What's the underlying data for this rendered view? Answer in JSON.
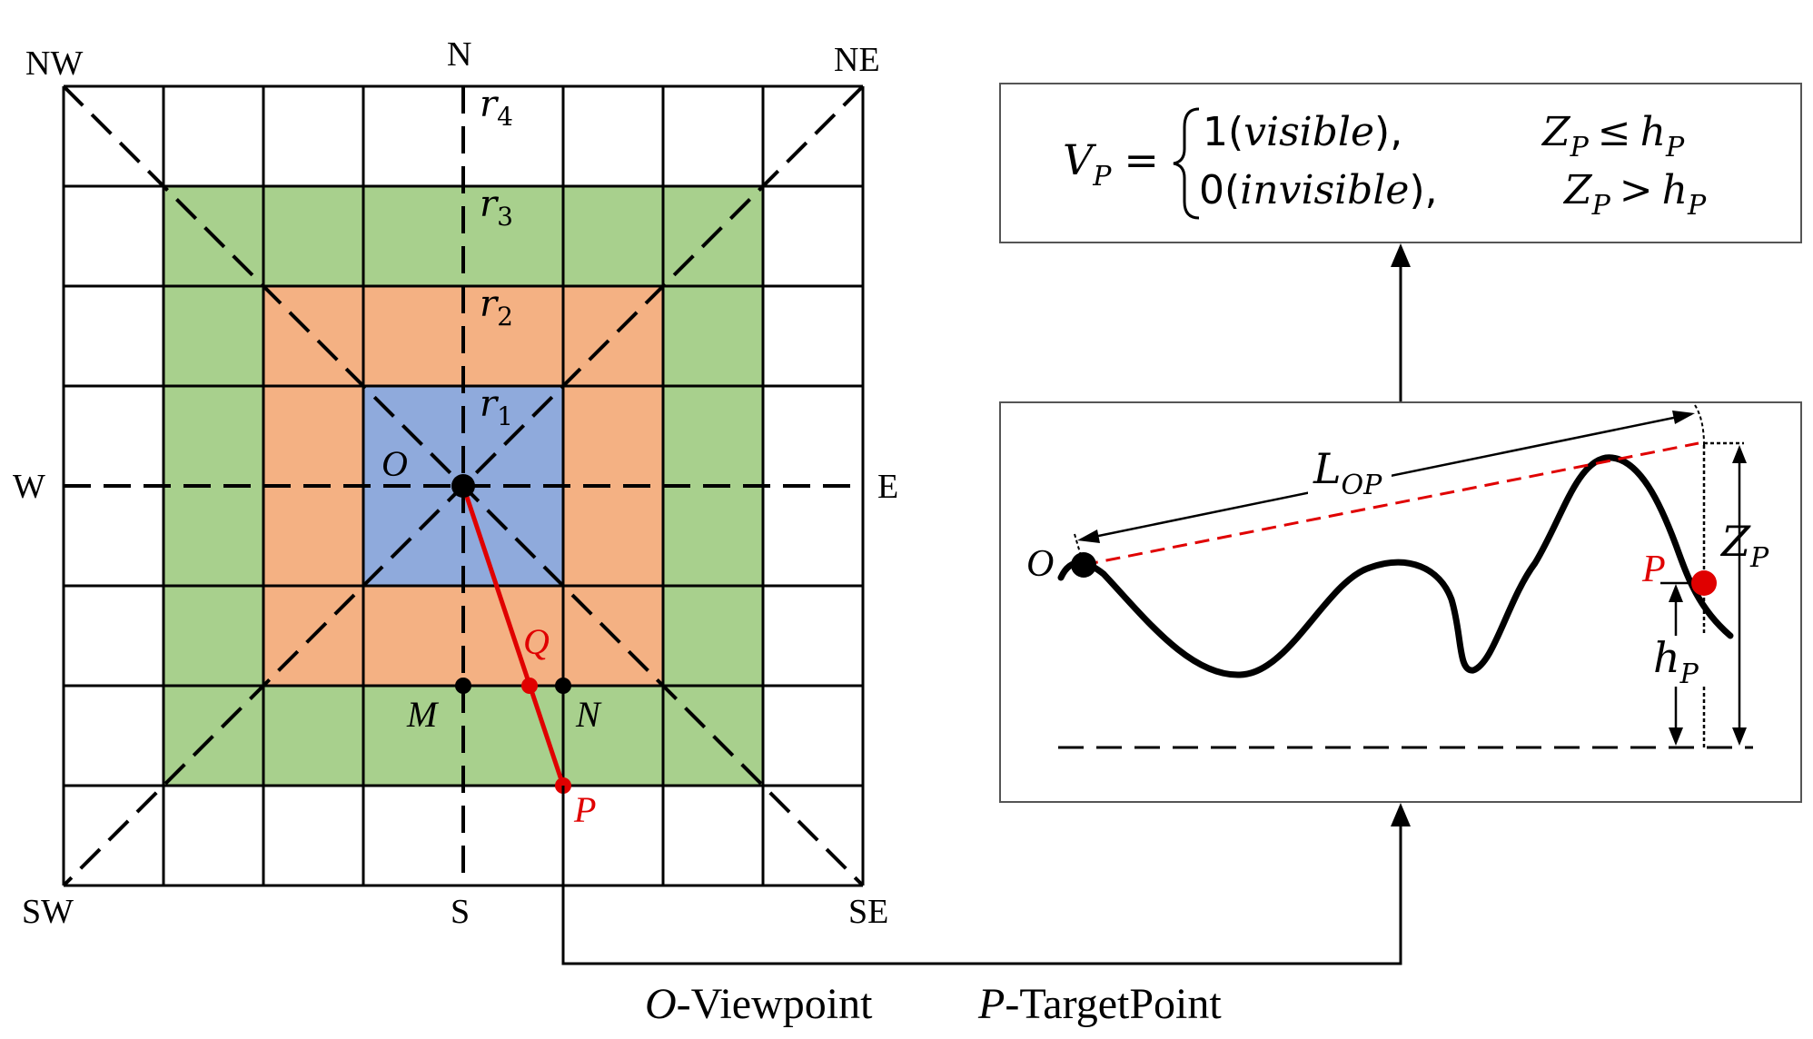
{
  "compass": {
    "nw": "NW",
    "n": "N",
    "ne": "NE",
    "w": "W",
    "e": "E",
    "sw": "SW",
    "s": "S",
    "se": "SE"
  },
  "rings": [
    {
      "label": "r",
      "sub": "4"
    },
    {
      "label": "r",
      "sub": "3"
    },
    {
      "label": "r",
      "sub": "2"
    },
    {
      "label": "r",
      "sub": "1"
    }
  ],
  "grid_points": {
    "o": "O",
    "q": "Q",
    "m": "M",
    "n": "N",
    "p": "P"
  },
  "formula": {
    "lhs": "V",
    "lhs_sub": "P",
    "eq": "=",
    "case1_value": "1(",
    "case1_word": "visible",
    "case1_close": "),",
    "case1_cond_var": "Z",
    "case1_cond_sub": "P",
    "case1_cond_op": "≤",
    "case1_cond_rhs": "h",
    "case1_cond_rhs_sub": "P",
    "case2_value": "0(",
    "case2_word": "invisible",
    "case2_close": "),",
    "case2_cond_var": "Z",
    "case2_cond_sub": "P",
    "case2_cond_op": ">",
    "case2_cond_rhs": "h",
    "case2_cond_rhs_sub": "P"
  },
  "profile": {
    "o": "O",
    "p": "P",
    "l_op": "L",
    "l_op_sub": "OP",
    "z_p": "Z",
    "z_p_sub": "P",
    "h_p": "h",
    "h_p_sub": "P"
  },
  "legend": {
    "o_symbol": "O",
    "o_text": "-Viewpoint",
    "p_symbol": "P",
    "p_text": "-TargetPoint"
  },
  "colors": {
    "green": "#a8d08d",
    "orange": "#f4b183",
    "blue": "#8faadc",
    "red": "#e00000",
    "line": "#000000"
  }
}
